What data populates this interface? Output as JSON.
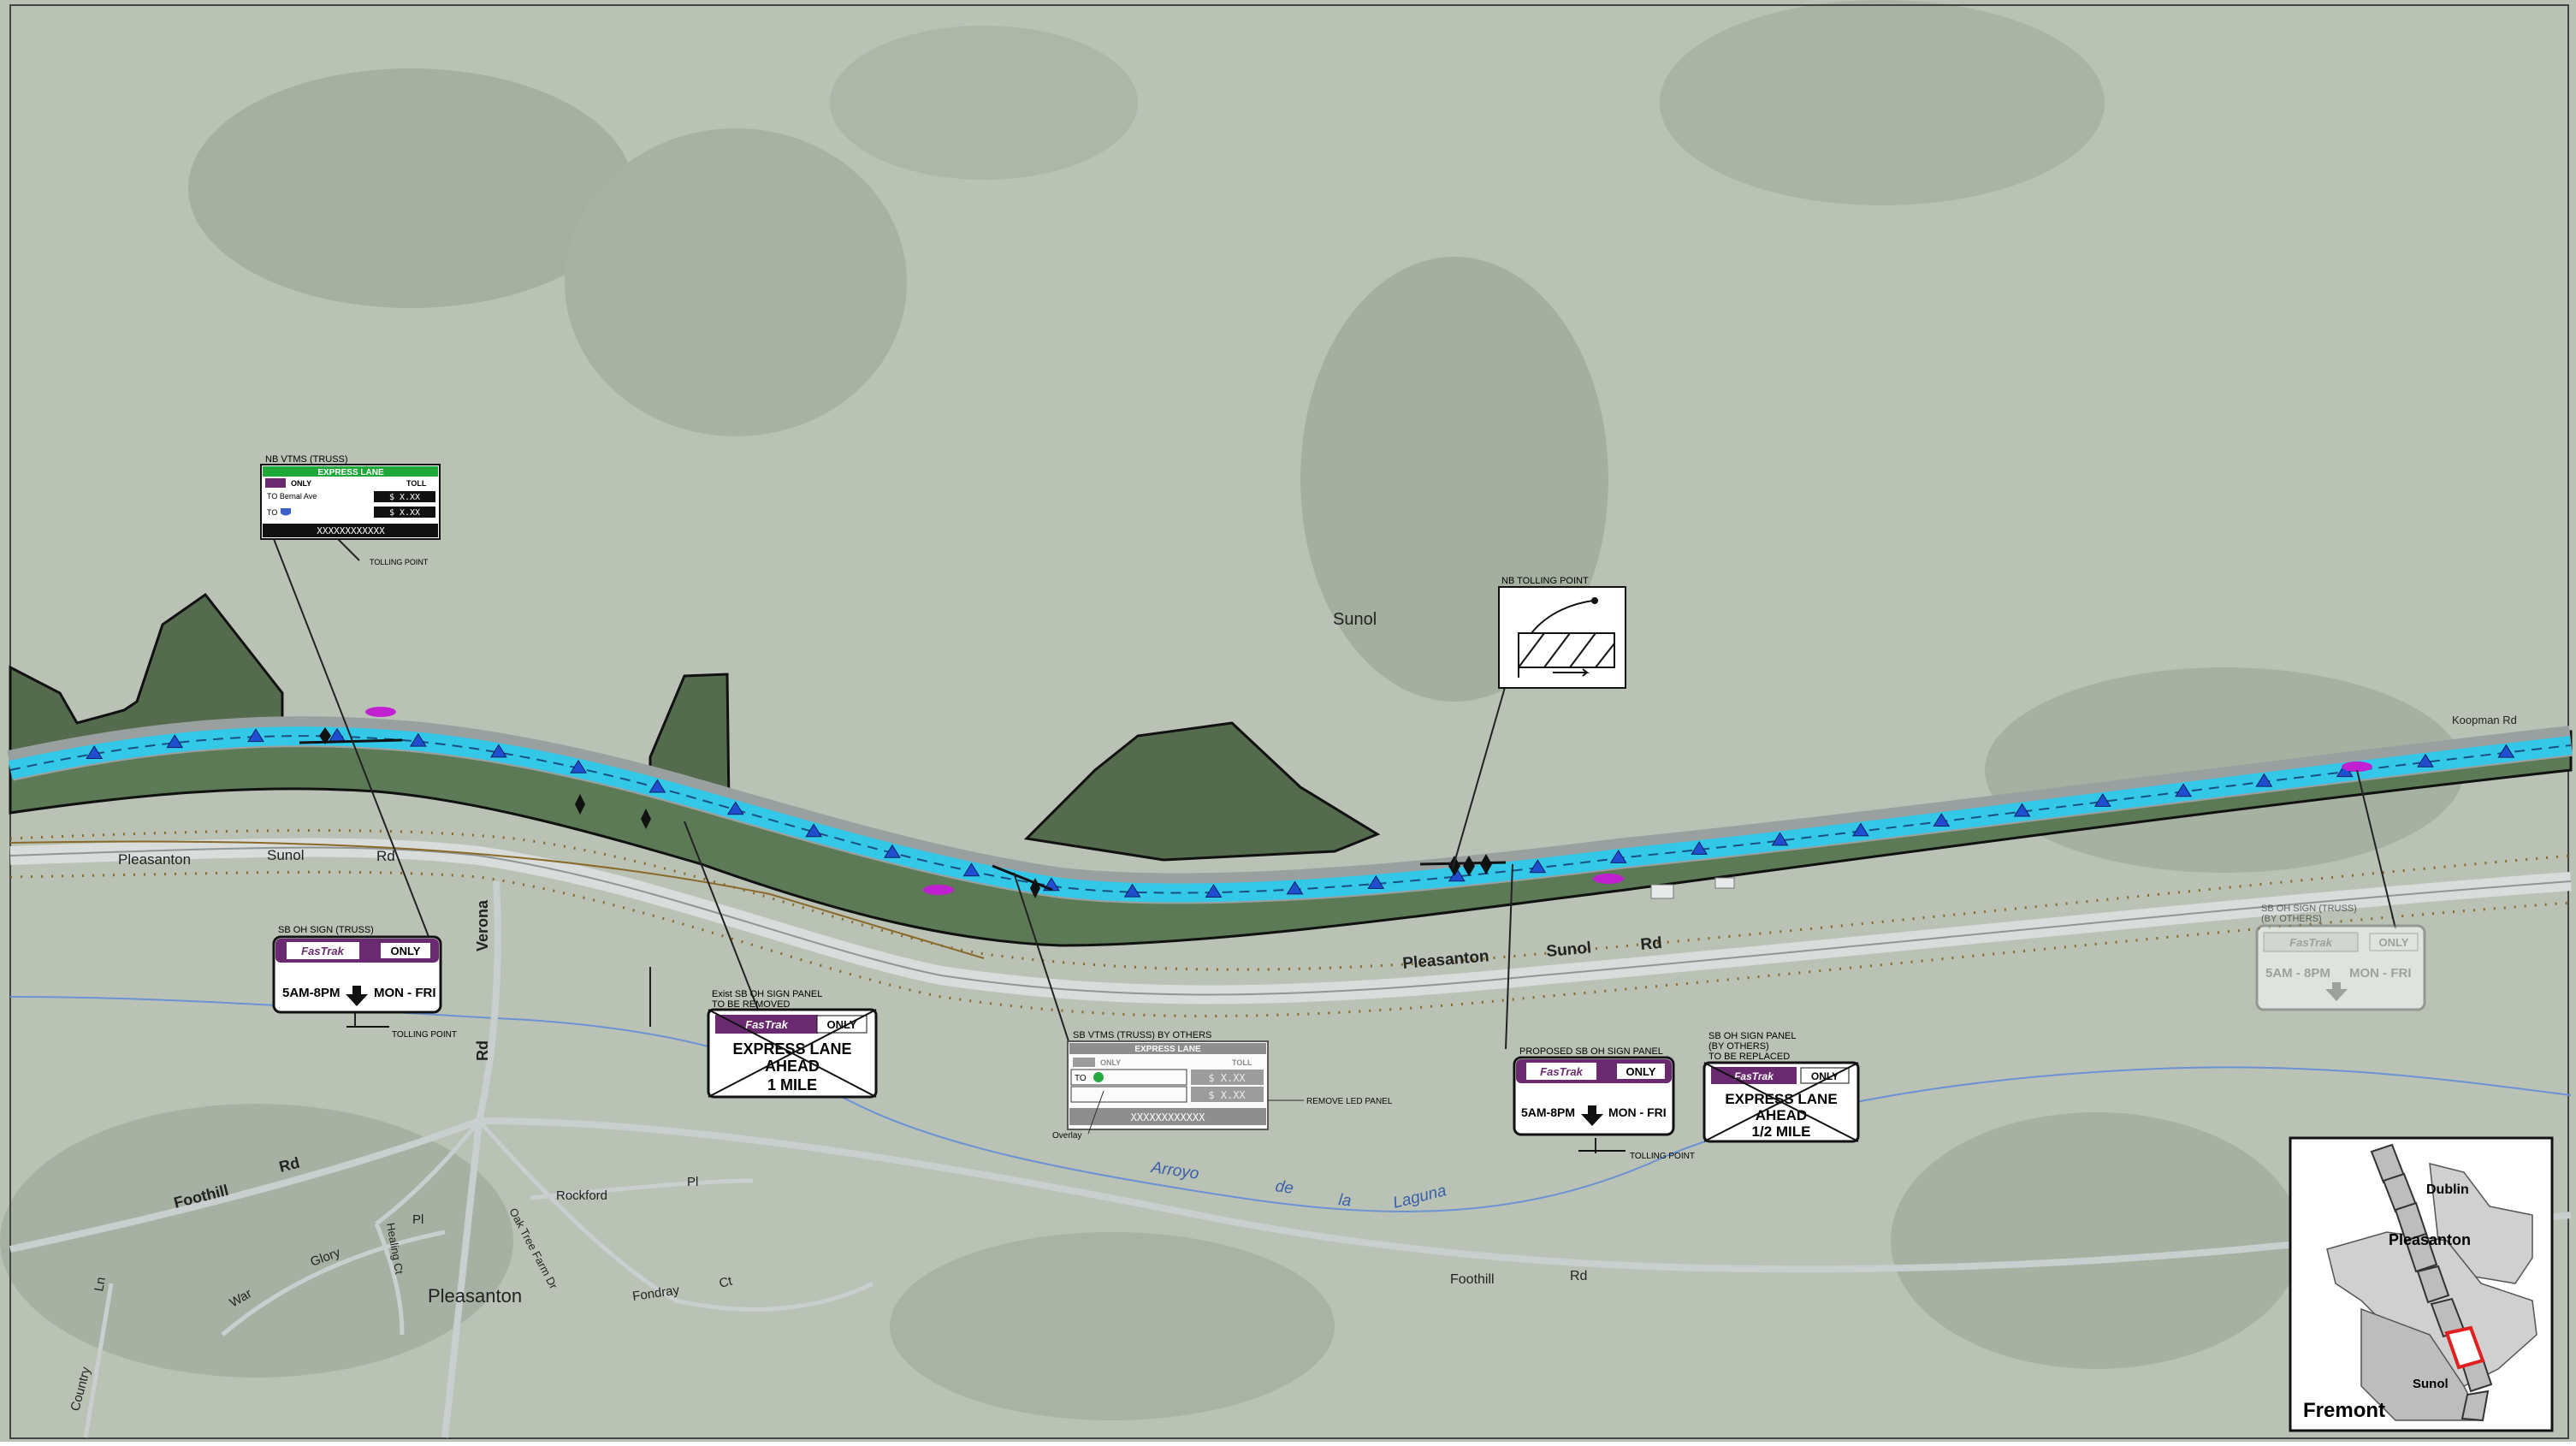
{
  "places": {
    "sunol": "Sunol",
    "pleasanton": "Pleasanton"
  },
  "roads": {
    "pleasanton_sunol_left": [
      "Pleasanton",
      "Sunol",
      "Rd"
    ],
    "pleasanton_sunol_right": [
      "Pleasanton",
      "Sunol",
      "Rd"
    ],
    "koopman": "Koopman Rd",
    "verona": [
      "Verona",
      "Rd"
    ],
    "foothill_left": [
      "Foothill",
      "Rd"
    ],
    "foothill_right": [
      "Foothill",
      "Rd"
    ],
    "rockford": [
      "Rockford",
      "Pl"
    ],
    "war_glory": [
      "War",
      "Glory",
      "Pl"
    ],
    "healing_ct": "Healing Ct",
    "oak_tree": "Oak Tree Farm Dr",
    "fondray": [
      "Fondray",
      "Ct"
    ],
    "country": [
      "Country",
      "Ln"
    ],
    "arroyo": [
      "Arroyo",
      "de",
      "la",
      "Laguna"
    ]
  },
  "callouts": {
    "nb_vtms": {
      "title": "NB VTMS (TRUSS)",
      "header": "EXPRESS LANE",
      "only": "ONLY",
      "toll": "TOLL",
      "row1_label": "TO Bernal Ave",
      "row1_price": "$ X.XX",
      "row2_label": "TO",
      "row2_price": "$ X.XX",
      "footer": "XXXXXXXXXXXX",
      "note": "TOLLING POINT"
    },
    "sb_oh_1": {
      "title": "SB OH SIGN (TRUSS)",
      "brand": "FasTrak",
      "only": "ONLY",
      "hours": "5AM-8PM",
      "days": "MON - FRI",
      "note": "TOLLING POINT"
    },
    "exist_sb": {
      "title1": "Exist SB OH SIGN PANEL",
      "title2": "TO BE REMOVED",
      "brand": "FasTrak",
      "only": "ONLY",
      "line1": "EXPRESS LANE",
      "line2": "AHEAD",
      "line3": "1 MILE"
    },
    "sb_vtms_others": {
      "title": "SB VTMS (TRUSS) BY OTHERS",
      "header": "EXPRESS LANE",
      "only": "ONLY",
      "toll": "TOLL",
      "row1_label": "TO",
      "row1_price": "$ X.XX",
      "row2_price": "$ X.XX",
      "footer": "XXXXXXXXXXXX",
      "note_left": "Overlay",
      "note_right": "REMOVE LED PANEL"
    },
    "nb_tolling": {
      "title": "NB TOLLING POINT"
    },
    "proposed_sb": {
      "title": "PROPOSED SB OH SIGN PANEL",
      "brand": "FasTrak",
      "only": "ONLY",
      "hours": "5AM-8PM",
      "days": "MON - FRI",
      "note": "TOLLING POINT"
    },
    "sb_others": {
      "title1": "SB OH SIGN PANEL",
      "title2": "(BY OTHERS)",
      "title3": "TO BE REPLACED",
      "brand": "FasTrak",
      "only": "ONLY",
      "line1": "EXPRESS LANE",
      "line2": "AHEAD",
      "line3": "1/2 MILE"
    },
    "sb_oh_by_others": {
      "title1": "SB OH SIGN (TRUSS)",
      "title2": "(BY OTHERS)",
      "brand": "FasTrak",
      "only": "ONLY",
      "hours": "5AM - 8PM",
      "days": "MON - FRI"
    }
  },
  "inset": {
    "dublin": "Dublin",
    "pleasanton": "Pleasanton",
    "sunol": "Sunol",
    "fremont": "Fremont"
  },
  "colors": {
    "background": "#b9c2b5",
    "hill_fill": "#556b4e",
    "corridor_fill": "#5c7a55",
    "express_lane": "#34c8e8",
    "marker_triangle": "#1f4fd0",
    "purple_marker": "#c020d0",
    "fastrak_purple": "#6a2a70",
    "vtms_green": "#1fa83a",
    "rail": "#8a6a2a",
    "creek": "#6a92d4",
    "inset_segment_highlight": "#e02020"
  },
  "icons": {
    "north_arrow": "down-arrow-icon",
    "fastrak_logo": "fastrak-logo-icon",
    "interstate_shield": "interstate-shield-icon"
  }
}
